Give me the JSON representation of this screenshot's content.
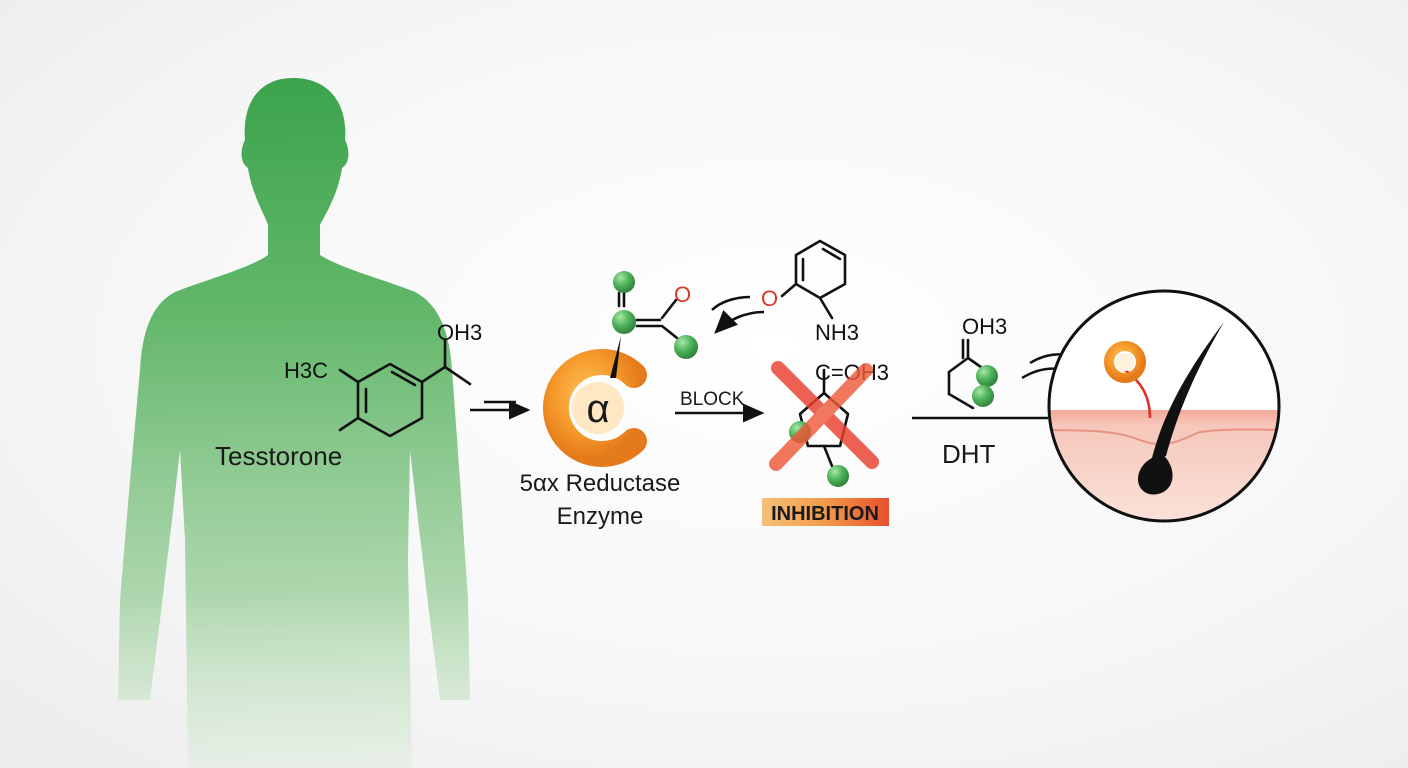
{
  "labels": {
    "testosterone": "Tesstorone",
    "enzyme_line1": "5αx Reductase",
    "enzyme_line2": "Enzyme",
    "enzyme_symbol": "α",
    "block": "BLOCK",
    "inhibition": "INHIBITION",
    "dht": "DHT"
  },
  "chem_text": {
    "testosterone_ch3": "OH3",
    "testosterone_h3c": "H3C",
    "enzyme_oxygen": "O",
    "inhibitor_oxygen": "O",
    "inhibitor_amine": "NH3",
    "inhibition_group": "C=OH3",
    "dht_group": "OH3"
  },
  "colors": {
    "body_green": "#3fa34d",
    "enzyme_orange": "#f39a2a",
    "atom_green": "#4caf50",
    "oxygen_red": "#d63a2a",
    "block_red": "#e8402f",
    "inhibition_bg": "#f0a050",
    "skin_pink": "#f6c4b8",
    "hair_black": "#111111"
  },
  "icons": {
    "body": "human-silhouette-icon",
    "enzyme": "enzyme-ring-icon",
    "block": "red-cross-icon",
    "follicle": "hair-follicle-icon"
  }
}
